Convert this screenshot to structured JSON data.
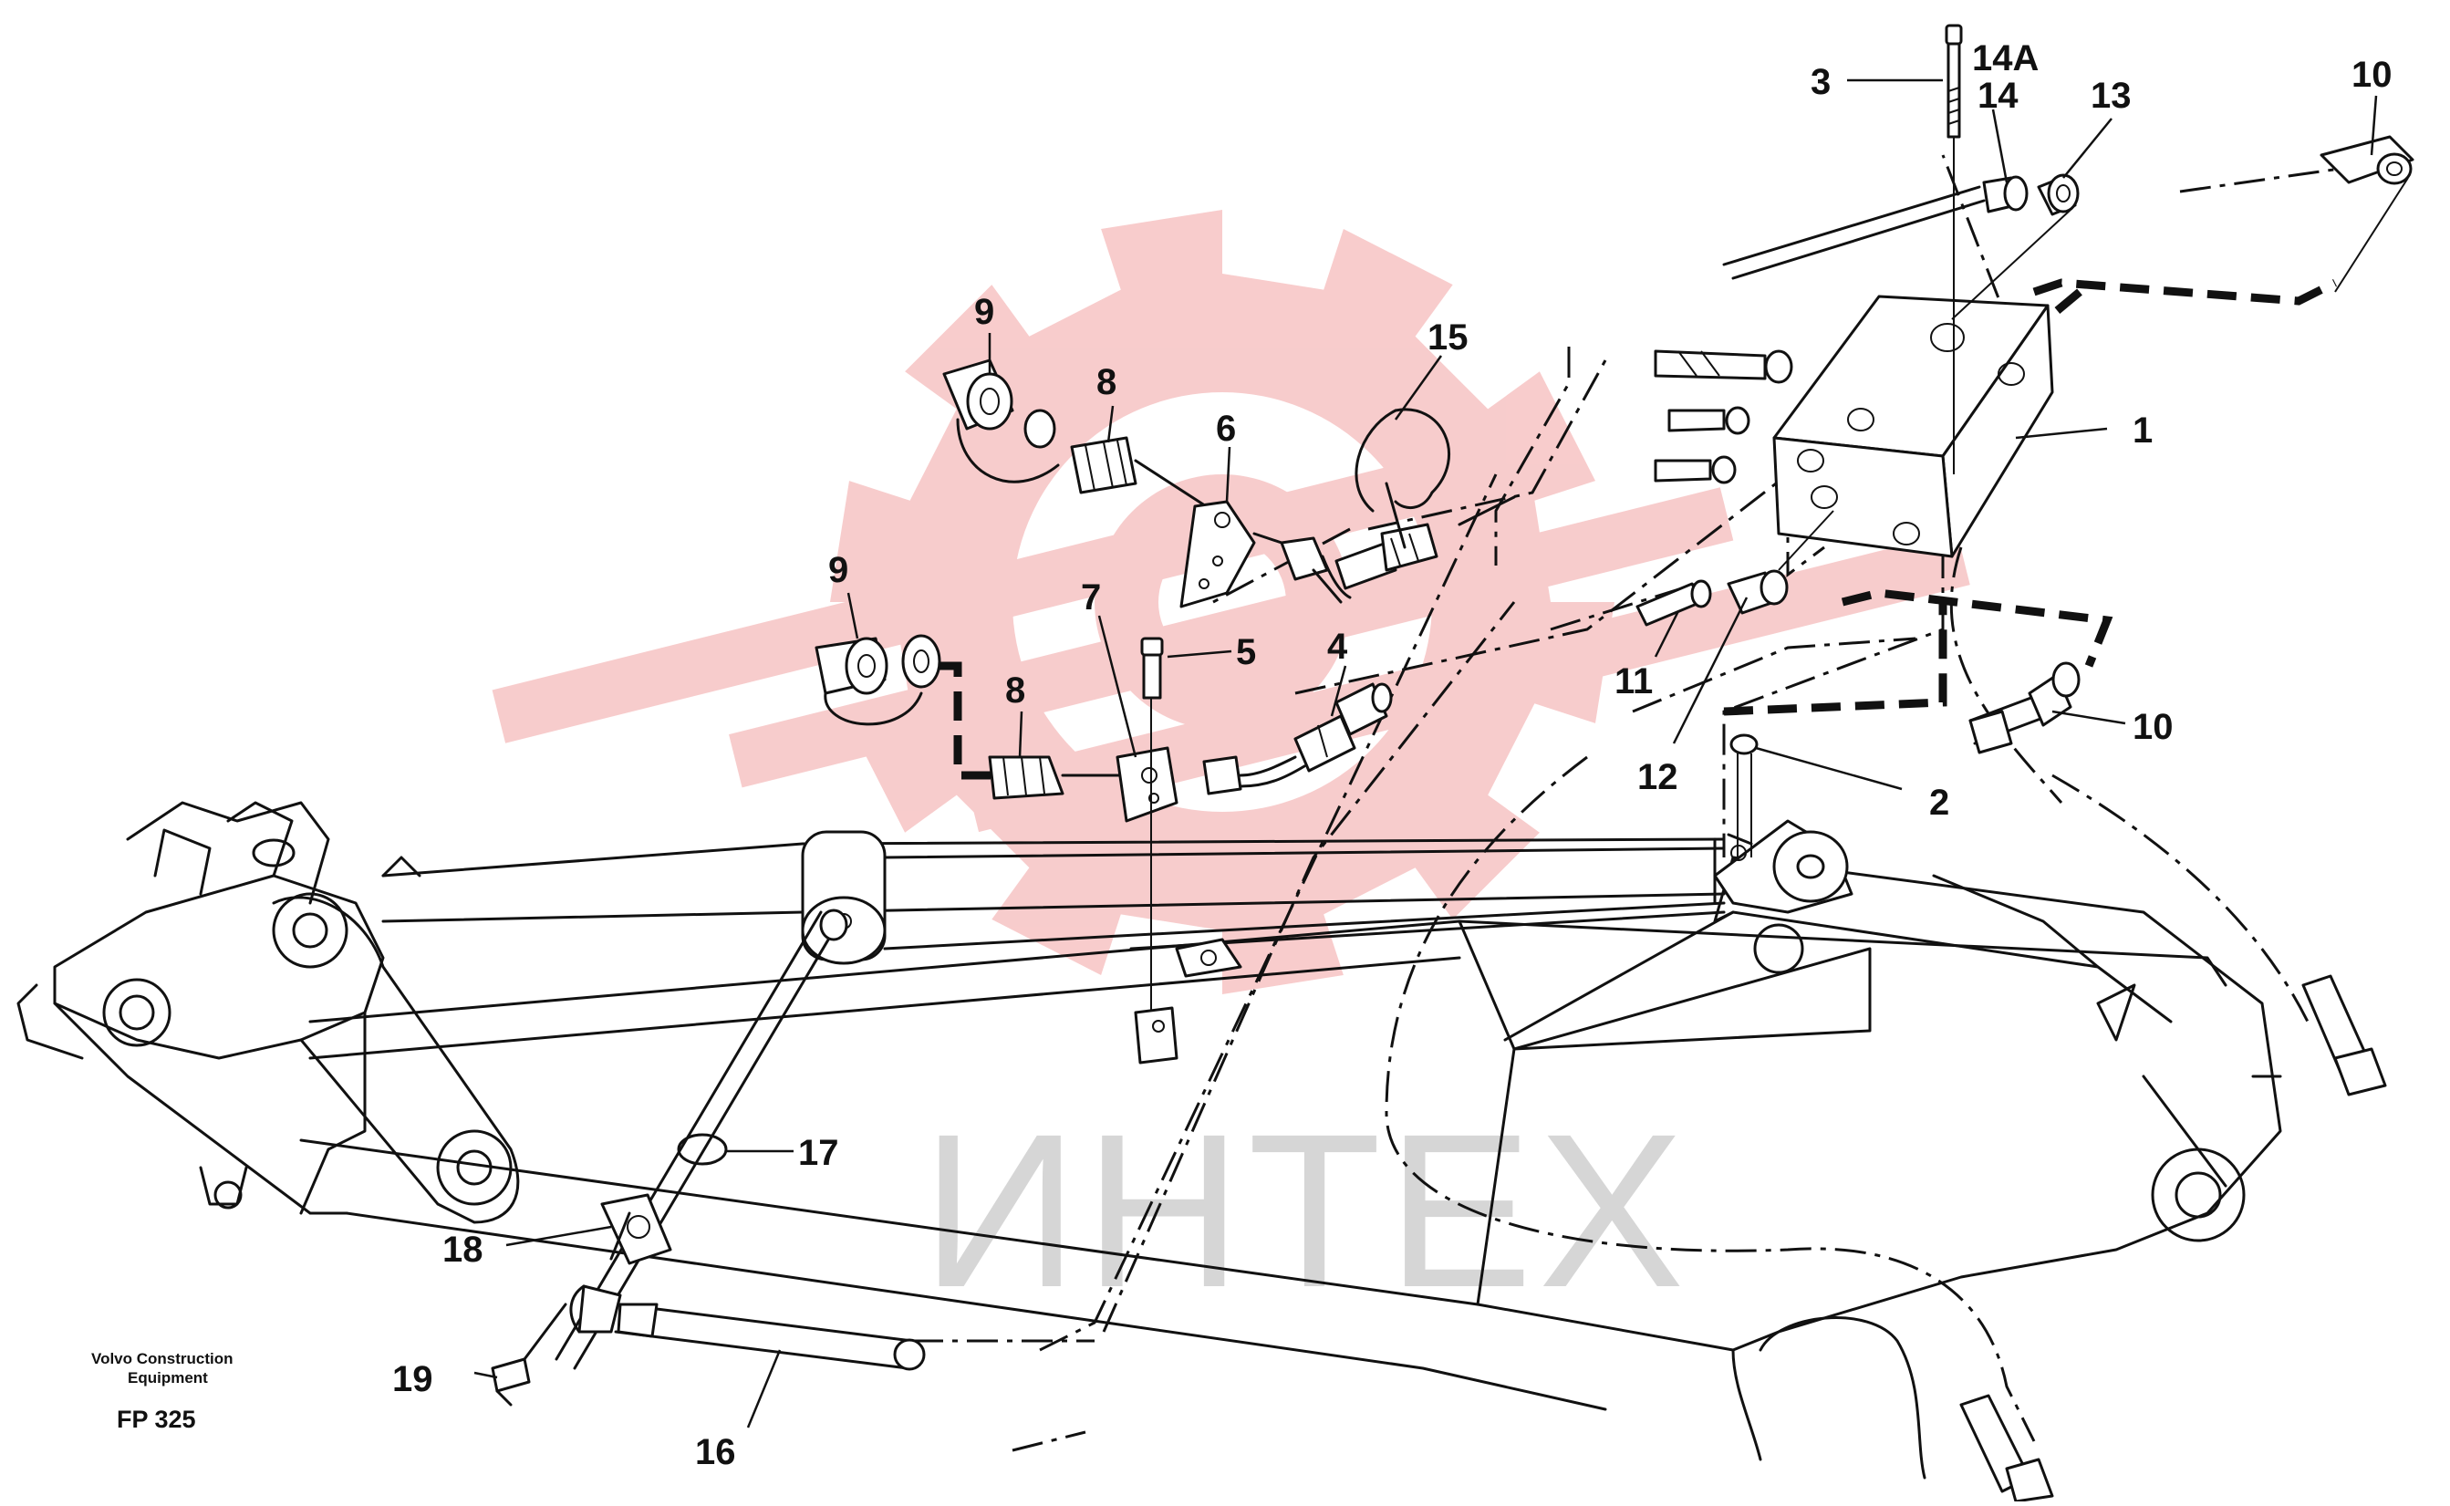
{
  "watermark": {
    "text": "ИНТЕХ",
    "gear_color": "#f7c7c7",
    "text_color": "#d6d6d6"
  },
  "caption": {
    "company_line1": "Volvo Construction",
    "company_line2": "Equipment",
    "figure_code": "FP 325"
  },
  "callouts": [
    "1",
    "2",
    "3",
    "4",
    "5",
    "6",
    "7",
    "8",
    "8",
    "9",
    "9",
    "10",
    "10",
    "11",
    "12",
    "13",
    "14",
    "14A",
    "15",
    "16",
    "17",
    "18",
    "19"
  ]
}
